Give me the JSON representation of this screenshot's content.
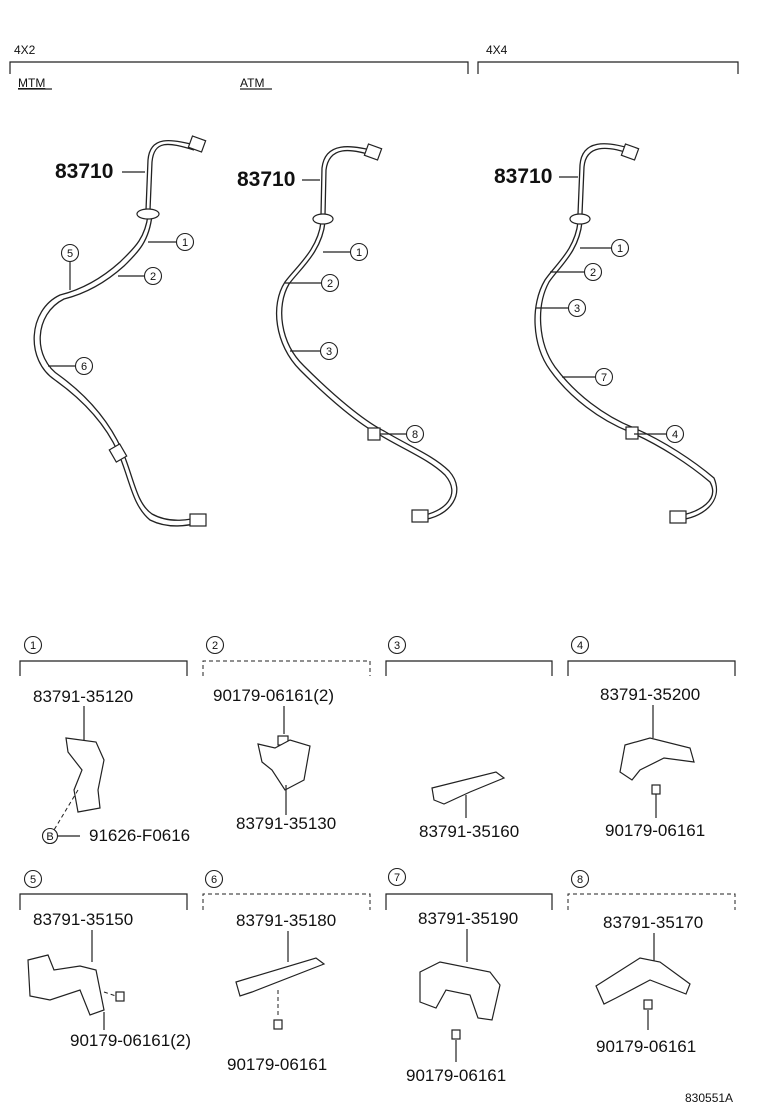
{
  "sections": {
    "left_label": "4X2",
    "right_label": "4X4",
    "mtm_label": "MTM",
    "atm_label": "ATM"
  },
  "hoses": {
    "mtm": {
      "part_no": "83710",
      "callouts": [
        "1",
        "2",
        "5",
        "6"
      ]
    },
    "atm": {
      "part_no": "83710",
      "callouts": [
        "1",
        "2",
        "3",
        "8"
      ]
    },
    "awd": {
      "part_no": "83710",
      "callouts": [
        "1",
        "2",
        "3",
        "7",
        "4"
      ]
    }
  },
  "details": [
    {
      "num": "1",
      "parts": [
        "83791-35120",
        "91626-F0616"
      ],
      "sub_callout": "B"
    },
    {
      "num": "2",
      "parts": [
        "90179-06161(2)",
        "83791-35130"
      ]
    },
    {
      "num": "3",
      "parts": [
        "83791-35160"
      ]
    },
    {
      "num": "4",
      "parts": [
        "83791-35200",
        "90179-06161"
      ]
    },
    {
      "num": "5",
      "parts": [
        "83791-35150",
        "90179-06161(2)"
      ]
    },
    {
      "num": "6",
      "parts": [
        "83791-35180",
        "90179-06161"
      ]
    },
    {
      "num": "7",
      "parts": [
        "83791-35190",
        "90179-06161"
      ]
    },
    {
      "num": "8",
      "parts": [
        "83791-35170",
        "90179-06161"
      ]
    }
  ],
  "footer_code": "830551A"
}
